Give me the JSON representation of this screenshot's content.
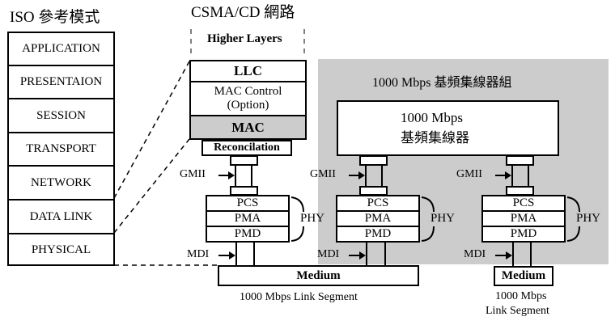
{
  "iso": {
    "title": "ISO 參考模式",
    "layers": [
      "APPLICATION",
      "PRESENTAION",
      "SESSION",
      "TRANSPORT",
      "NETWORK",
      "DATA LINK",
      "PHYSICAL"
    ]
  },
  "csma": {
    "title": "CSMA/CD 網路",
    "higher_layers": "Higher Layers",
    "llc": "LLC",
    "mac_control": "MAC Control",
    "mac_control_option": "(Option)",
    "mac": "MAC",
    "reconciliation": "Reconcilation",
    "gmii": "GMII",
    "mdi": "MDI",
    "phy_layers": [
      "PCS",
      "PMA",
      "PMD"
    ],
    "phy": "PHY",
    "medium": "Medium",
    "segment": "1000 Mbps Link Segment"
  },
  "hub_group": {
    "title": "1000 Mbps 基頻集線器組",
    "hub_line1": "1000 Mbps",
    "hub_line2": "基頻集線器",
    "gmii": "GMII",
    "mdi": "MDI",
    "phy_layers": [
      "PCS",
      "PMA",
      "PMD"
    ],
    "phy": "PHY",
    "medium": "Medium",
    "segment_line1": "1000 Mbps",
    "segment_line2": "Link Segment"
  },
  "colors": {
    "gray_fill": "#cccccc",
    "line": "#000000"
  }
}
